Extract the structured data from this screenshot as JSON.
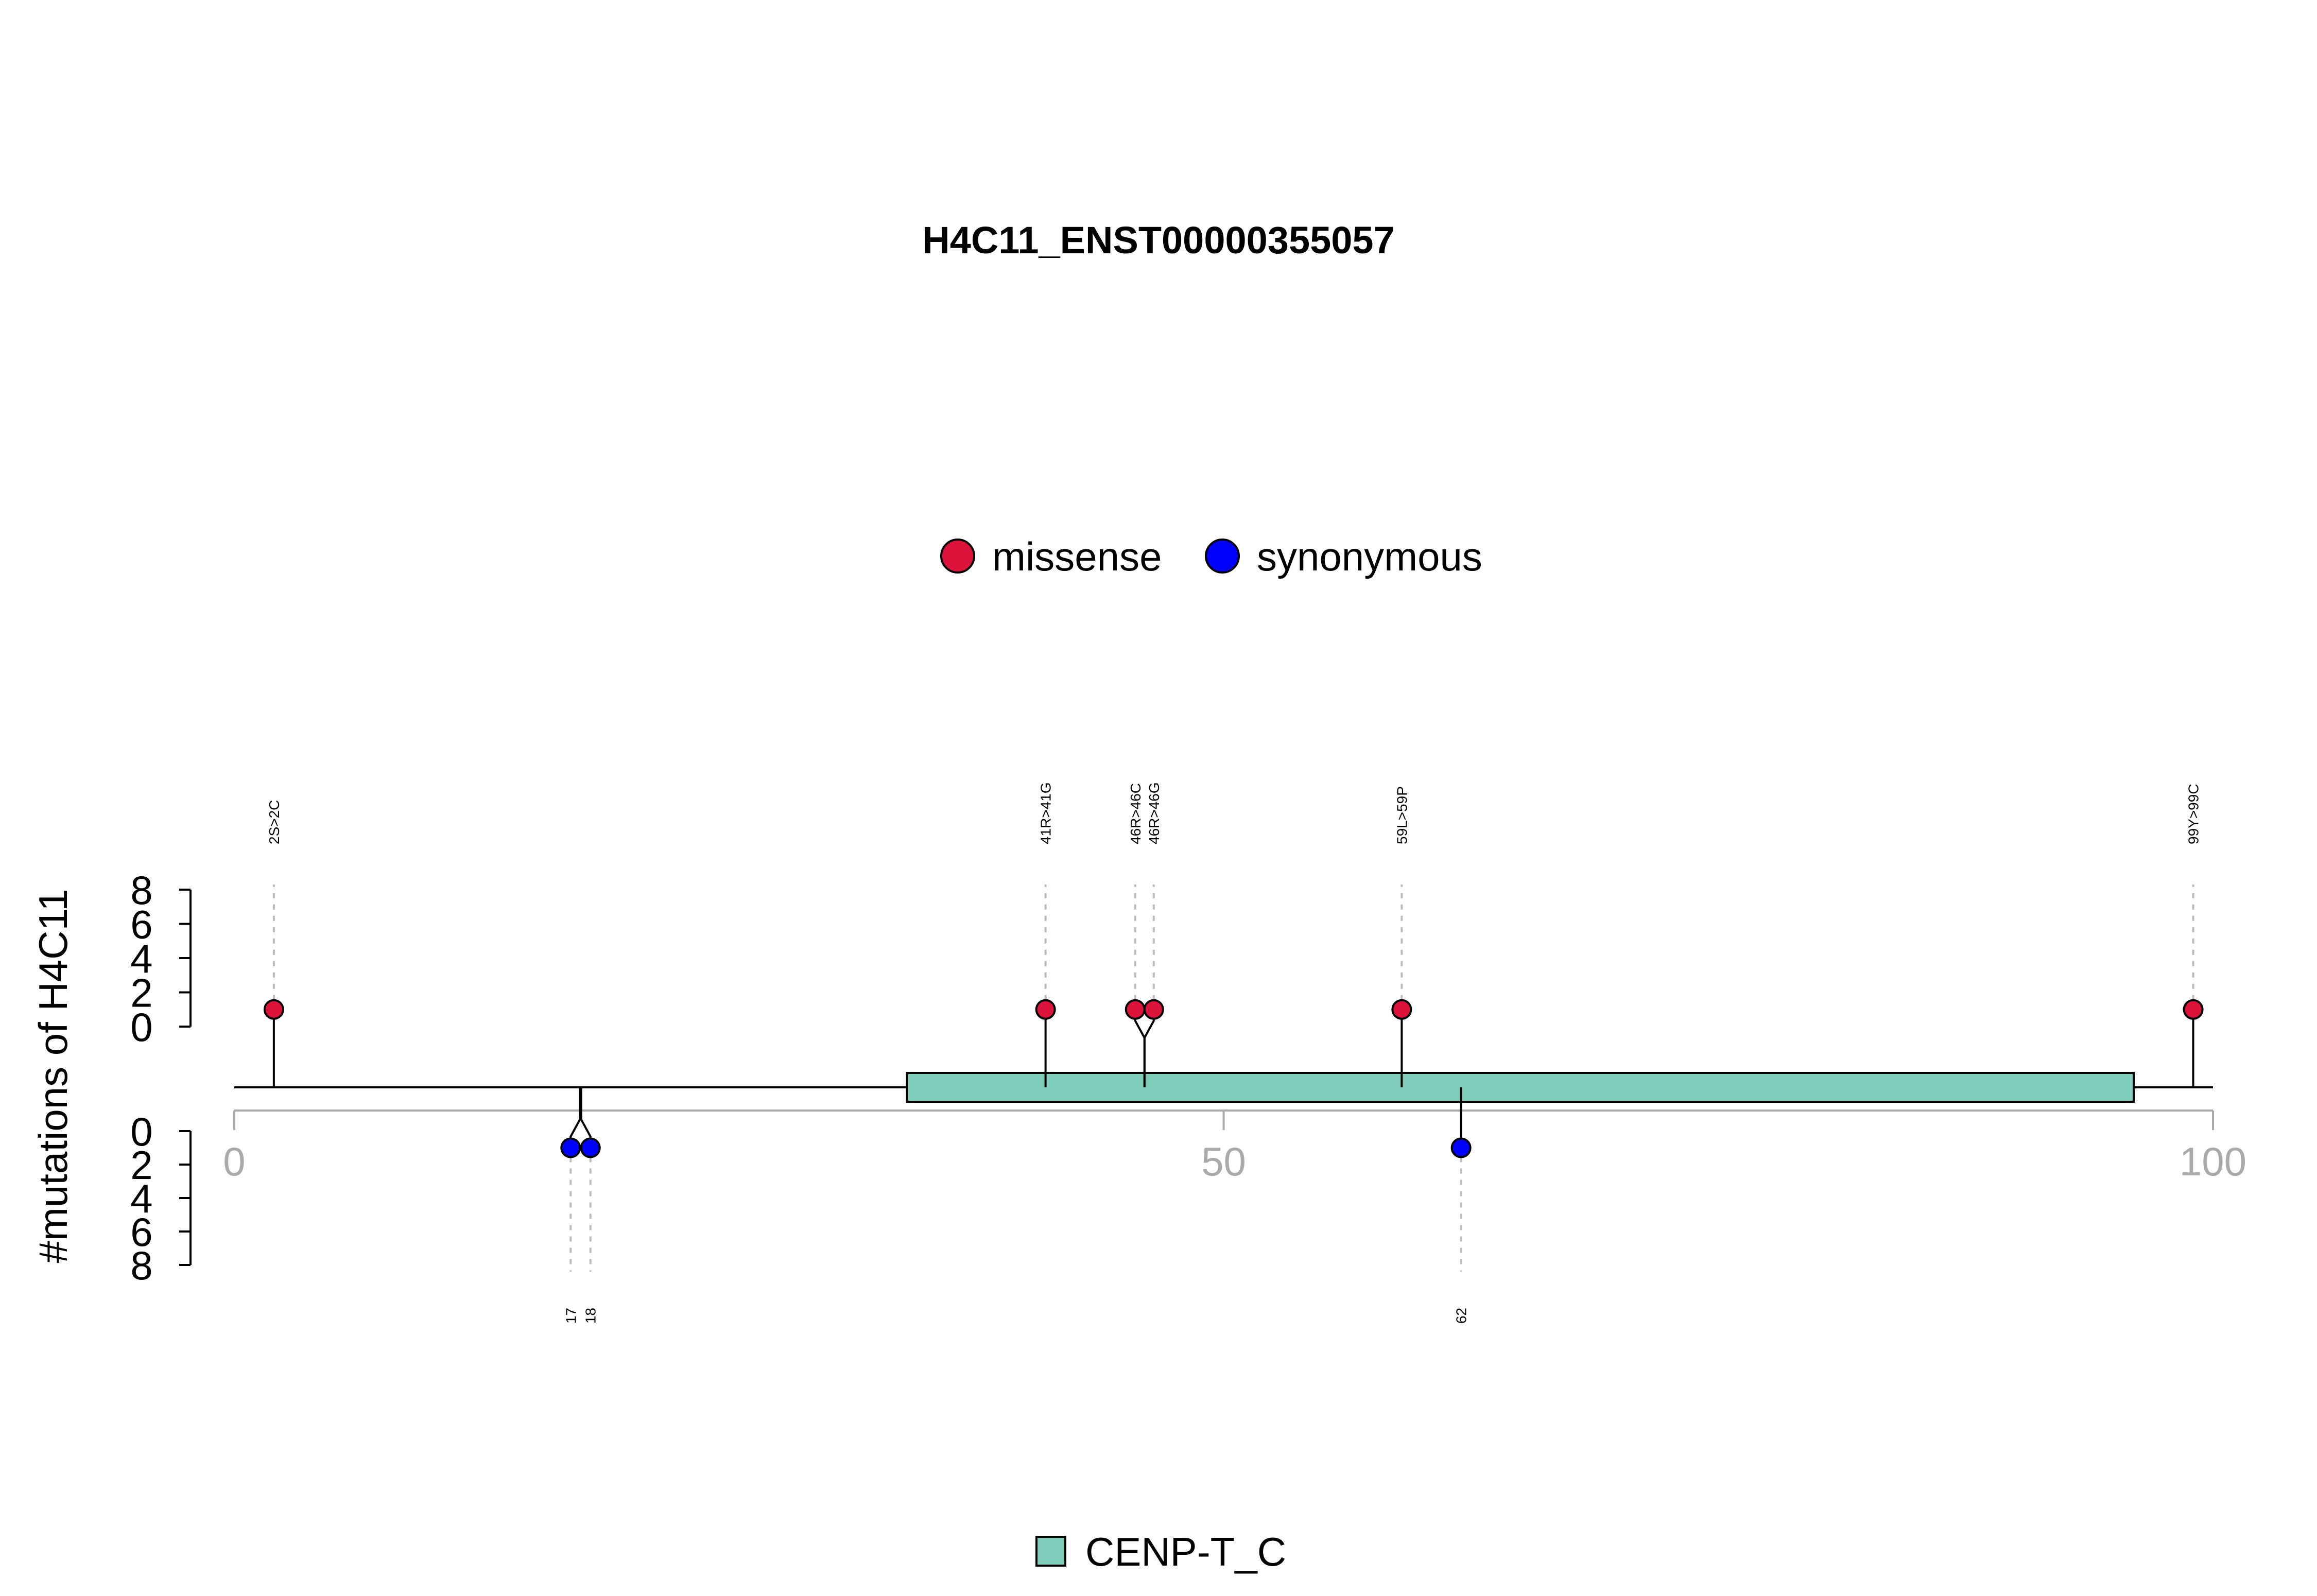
{
  "chart_data": {
    "type": "lollipop",
    "title": "H4C11_ENST00000355057",
    "ylabel": "#mutations of H4C11",
    "xlim": [
      0,
      100
    ],
    "x_ticks": [
      0,
      50,
      100
    ],
    "y_ticks": [
      0,
      2,
      4,
      6,
      8
    ],
    "ylim": [
      0,
      8
    ],
    "legend_mutation_types": [
      {
        "name": "missense",
        "color": "#DC143C"
      },
      {
        "name": "synonymous",
        "color": "#0000FF"
      }
    ],
    "legend_domains": [
      {
        "name": "CENP-T_C",
        "color": "#7FCDBB"
      }
    ],
    "domains": [
      {
        "name": "CENP-T_C",
        "start": 34,
        "end": 96,
        "color": "#7FCDBB"
      }
    ],
    "mutations_top": [
      {
        "position": 2,
        "label": "2S>2C",
        "count": 1,
        "type": "missense"
      },
      {
        "position": 41,
        "label": "41R>41G",
        "count": 1,
        "type": "missense"
      },
      {
        "position": 46,
        "label": "46R>46C",
        "count": 1,
        "type": "missense"
      },
      {
        "position": 46,
        "label": "46R>46G",
        "count": 1,
        "type": "missense"
      },
      {
        "position": 59,
        "label": "59L>59P",
        "count": 1,
        "type": "missense"
      },
      {
        "position": 99,
        "label": "99Y>99C",
        "count": 1,
        "type": "missense"
      }
    ],
    "mutations_bottom": [
      {
        "position": 17,
        "label": "17",
        "count": 1,
        "type": "synonymous"
      },
      {
        "position": 18,
        "label": "18",
        "count": 1,
        "type": "synonymous"
      },
      {
        "position": 62,
        "label": "62",
        "count": 1,
        "type": "synonymous"
      }
    ]
  }
}
